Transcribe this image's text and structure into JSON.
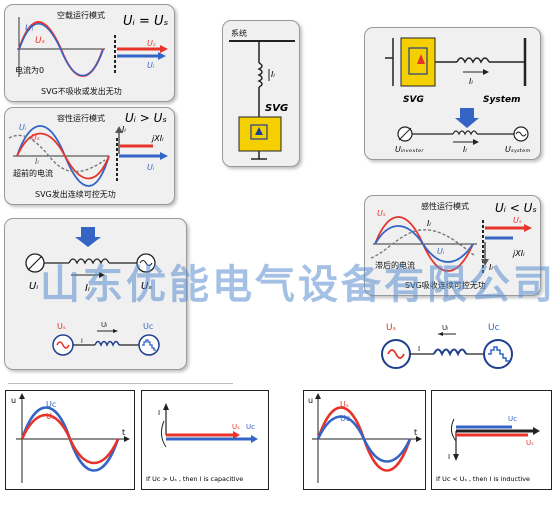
{
  "panel_noload": {
    "title": "空载运行模式",
    "equation": "Uᵢ = Uₛ",
    "note": "电流为0",
    "caption": "SVG不吸收或发出无功",
    "labels": {
      "ui": "Uᵢ",
      "us": "Uₛ"
    }
  },
  "panel_capacitive": {
    "title": "容性运行模式",
    "equation": "Uᵢ > Uₛ",
    "note": "超前的电流",
    "caption": "SVG发出连续可控无功",
    "labels": {
      "ui": "Uᵢ",
      "us": "Uₛ",
      "il": "Iₗ",
      "jxil": "jXIₗ"
    }
  },
  "panel_svg_top": {
    "system_label": "系统",
    "il": "Iₗ",
    "svg": "SVG"
  },
  "panel_svg_right": {
    "svg": "SVG",
    "il": "Iₗ",
    "system": "System",
    "uinverter": "Uᵢₙᵥₑₓₜₑᵣ",
    "usystem": "Uₛᵧₛₜₑₘ"
  },
  "panel_inductive": {
    "title": "感性运行模式",
    "equation": "Uᵢ < Uₛ",
    "note": "滞后的电流",
    "caption": "SVG吸收连续可控无功",
    "labels": {
      "ui": "Uᵢ",
      "us": "Uₛ",
      "il": "Iₗ",
      "jxil": "jXIₗ"
    }
  },
  "panel_left_circuit": {
    "ui": "Uᵢ",
    "us": "Uₛ",
    "il": "Iₗ"
  },
  "mini_circuit_left": {
    "us": "Uₛ",
    "ul": "Uₗ",
    "uc": "Uᴄ",
    "i": "I"
  },
  "mini_circuit_right": {
    "us": "Uₛ",
    "ul": "Uₗ",
    "uc": "Uᴄ",
    "i": "I"
  },
  "wave_cap": {
    "u": "u",
    "t": "t",
    "uc": "Uᴄ",
    "us": "Uₛ"
  },
  "phasor_cap": {
    "us": "Uₛ",
    "uc": "Uᴄ",
    "i": "I",
    "caption": "If Uᴄ > Uₛ , then I is capacitive"
  },
  "wave_ind": {
    "u": "u",
    "t": "t",
    "us": "Uₛ",
    "uc": "Uᴄ"
  },
  "phasor_ind": {
    "uc": "Uᴄ",
    "us": "Uₛ",
    "i": "I",
    "caption": "If Uᴄ < Uₛ , then I is inductive"
  },
  "watermark": "山东优能电气设备有限公司",
  "colors": {
    "red": "#e8332a",
    "blue": "#3465c6",
    "navy": "#1f3f8f",
    "yellow": "#f5d000",
    "gray": "#888888"
  }
}
